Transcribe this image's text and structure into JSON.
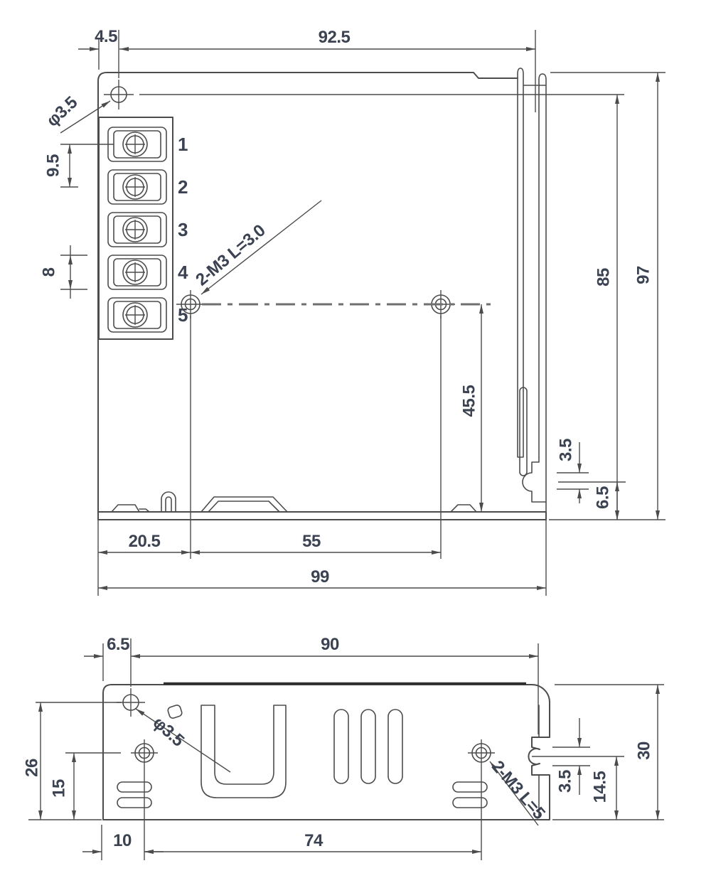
{
  "drawing_title": "enclosure-dimension-drawing",
  "colors": {
    "line": "#4c4c4c",
    "thick_line": "#2e2e2e",
    "text": "#3b4251",
    "centerline": "#6f6f6f"
  },
  "top_view": {
    "terminals": [
      "1",
      "2",
      "3",
      "4",
      "5"
    ],
    "dims": {
      "offset_45": "4.5",
      "width_925": "92.5",
      "dia_35": "φ3.5",
      "pitch_95": "9.5",
      "pitch_8": "8",
      "note_m3": "2-M3 L=3.0",
      "v_455": "45.5",
      "v_85": "85",
      "v_97": "97",
      "v_35": "3.5",
      "v_65": "6.5",
      "b_205": "20.5",
      "b_55": "55",
      "b_99": "99"
    }
  },
  "side_view": {
    "dims": {
      "offset_65": "6.5",
      "width_90": "90",
      "dia_35": "φ3.5",
      "v_26": "26",
      "v_15": "15",
      "note_m3": "2-M3 L=5",
      "v_35": "3.5",
      "v_145": "14.5",
      "v_30": "30",
      "b_10": "10",
      "b_74": "74"
    }
  }
}
